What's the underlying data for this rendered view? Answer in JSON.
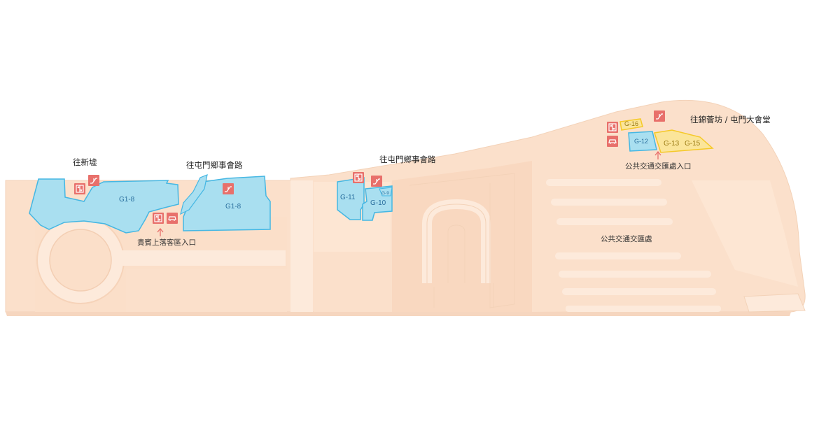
{
  "labels": {
    "to_sun_hui": "往新墟",
    "to_tuen_mun_road_left": "往屯門鄉事會路",
    "to_tuen_mun_road_mid": "往屯門鄉事會路",
    "to_town_hall": "往錦薈坊 / 屯門大會堂",
    "vip_dropoff_entrance": "貴賓上落客區入口",
    "pti_entrance": "公共交通交匯處入口",
    "pti": "公共交通交匯處"
  },
  "units": {
    "g1_8_left": "G1-8",
    "g1_8_right": "G1-8",
    "g11": "G-11",
    "g10": "G-10",
    "g9": "G-9",
    "g12": "G-12",
    "g13": "G-13",
    "g15": "G-15",
    "g16": "G-16"
  },
  "icons": [
    "lift-icon",
    "escalator-icon",
    "car-icon",
    "arrow-up-icon"
  ],
  "colors": {
    "ground": "#fde6d3",
    "ground_edge": "#f3d2b8",
    "shop_blue": "#a9dff0",
    "shop_blue_edge": "#45b7e3",
    "shop_yellow": "#fbe59a",
    "shop_yellow_edge": "#f5c928",
    "icon_red": "#e8706b"
  }
}
